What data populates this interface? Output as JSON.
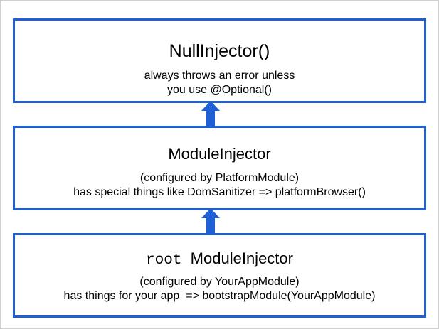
{
  "null_injector": {
    "title": "NullInjector()",
    "lines": [
      "always throws an error unless",
      "you use @Optional()"
    ]
  },
  "module_injector": {
    "title": "ModuleInjector",
    "lines": [
      "(configured by PlatformModule)",
      "has special things like DomSanitizer => platformBrowser()"
    ]
  },
  "root_injector": {
    "title_code": "root",
    "title": "ModuleInjector",
    "lines": [
      "(configured by YourAppModule)",
      "has things for your app  => bootstrapModule(YourAppModule)"
    ]
  },
  "colors": {
    "accent": "#1f5fd6"
  }
}
